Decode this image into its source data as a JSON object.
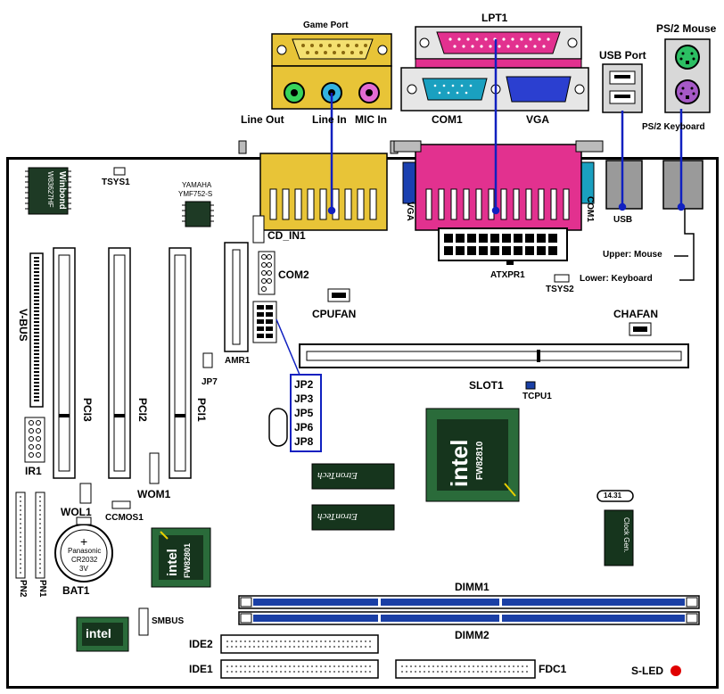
{
  "top_ports": {
    "game_port": "Game Port",
    "lpt1": "LPT1",
    "ps2_mouse": "PS/2 Mouse",
    "usb_port": "USB Port",
    "line_out": "Line  Out",
    "line_in": "Line In",
    "mic_in": "MIC In",
    "com1": "COM1",
    "vga": "VGA",
    "ps2_keyboard": "PS/2 Keyboard"
  },
  "board_labels": {
    "tsys1": "TSYS1",
    "yamaha": "YAMAHA",
    "yamaha_model": "YMF752-S",
    "winbond": "Winbond",
    "winbond_model": "W83627HF",
    "cd_in1": "CD_IN1",
    "com2": "COM2",
    "vga_side": "VGA",
    "com1_side": "COM1",
    "usb": "USB",
    "upper_mouse": "Upper: Mouse",
    "lower_keyboard": "Lower: Keyboard",
    "atxpr1": "ATXPR1",
    "tsys2": "TSYS2",
    "cpufan": "CPUFAN",
    "chafan": "CHAFAN",
    "vbus": "V-BUS",
    "pci3": "PCI3",
    "pci2": "PCI2",
    "pci1": "PCI1",
    "amr1": "AMR1",
    "jp7": "JP7",
    "jp_list": [
      "JP2",
      "JP3",
      "JP5",
      "JP6",
      "JP8"
    ],
    "slot1": "SLOT1",
    "tcpu1": "TCPU1",
    "ir1": "IR1",
    "wom1": "WOM1",
    "wol1": "WOL1",
    "ccmos1": "CCMOS1",
    "bat1": "BAT1",
    "battery_brand": "Panasonic",
    "battery_model": "CR2032",
    "battery_voltage": "3V",
    "battery_plus": "+",
    "pn2": "PN2",
    "pn1": "PN1",
    "intel_northbridge": "intel",
    "northbridge_model": "FW82810",
    "intel_southbridge": "intel",
    "southbridge_model": "FW82801",
    "intel_firmware": "intel",
    "etrontech_1": "EtronTech",
    "etrontech_2": "EtronTech",
    "clock_gen": "Clock Gen.",
    "crystal": "14.31",
    "dimm1": "DIMM1",
    "dimm2": "DIMM2",
    "smbus": "SMBUS",
    "ide2": "IDE2",
    "ide1": "IDE1",
    "fdc1": "FDC1",
    "sled": "S-LED"
  },
  "colors": {
    "board_outline": "#000000",
    "game_port": "#e8c437",
    "lpt1": "#e2318f",
    "com_port": "#1aa0c0",
    "vga_port": "#2b3fd0",
    "usb_port": "#9a9a9a",
    "ps2_mouse": "#2cbf63",
    "ps2_keyboard": "#a659c7",
    "audio_green": "#37d35a",
    "audio_blue": "#33b3e0",
    "audio_pink": "#e26bd3",
    "chip_green": "#2a6b3a",
    "dimm_blue": "#1a3fa5",
    "sled": "#e00000",
    "pointer_line": "#1020c0"
  }
}
